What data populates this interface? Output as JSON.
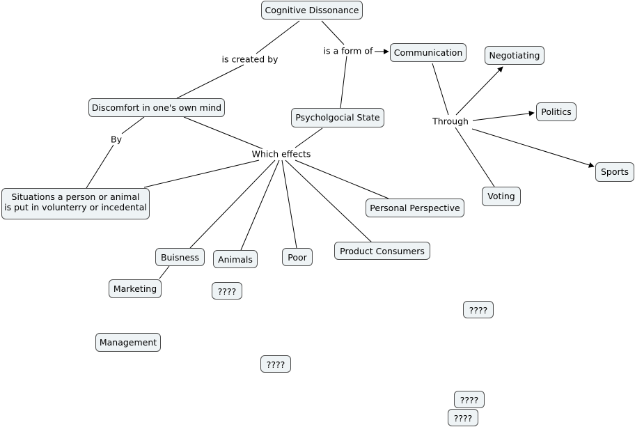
{
  "concepts": {
    "cognitive_dissonance": "Cognitive Dissonance",
    "discomfort": "Discomfort in one's own mind",
    "psychological_state": "Psycholgocial State",
    "communication": "Communication",
    "negotiating": "Negotiating",
    "politics": "Politics",
    "sports": "Sports",
    "voting": "Voting",
    "situations_line1": "Situations a person or animal",
    "situations_line2": "is put in volunterry or incedental",
    "personal_perspective": "Personal Perspective",
    "product_consumers": "Product Consumers",
    "buisness": "Buisness",
    "animals": "Animals",
    "poor": "Poor",
    "marketing": "Marketing",
    "management": "Management",
    "unknown_1": "????",
    "unknown_2": "????",
    "unknown_3": "????",
    "unknown_4": "????",
    "unknown_5": "????"
  },
  "linking_phrases": {
    "is_created_by": "is created by",
    "is_a_form_of": "is a form of",
    "by": "By",
    "which_effects": "Which effects",
    "through": "Through"
  },
  "colors": {
    "node_fill": "#eef3f5",
    "node_border": "#4b4b4b",
    "line": "#000000"
  }
}
